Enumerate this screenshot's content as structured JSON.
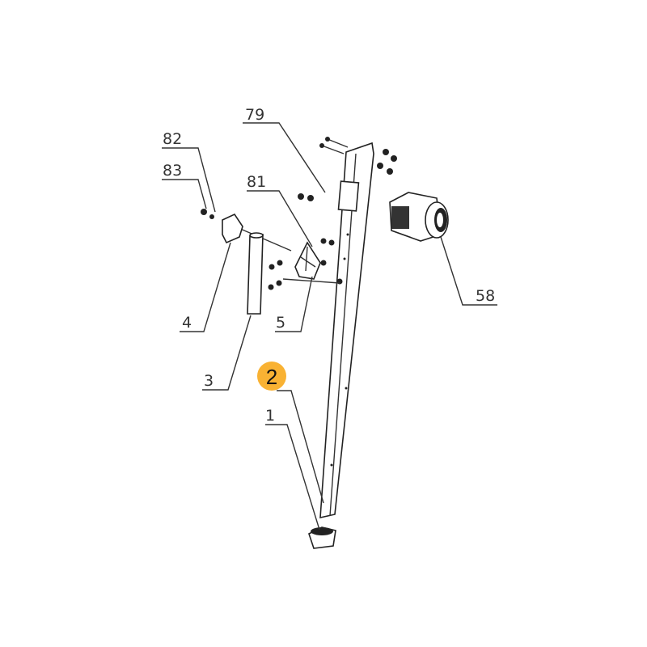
{
  "labels": {
    "p79": "79",
    "p82": "82",
    "p83": "83",
    "p81": "81",
    "p58": "58",
    "p4": "4",
    "p5": "5",
    "p3": "3",
    "p1": "1"
  },
  "badge": {
    "number": "2",
    "color": "#f9b233"
  }
}
